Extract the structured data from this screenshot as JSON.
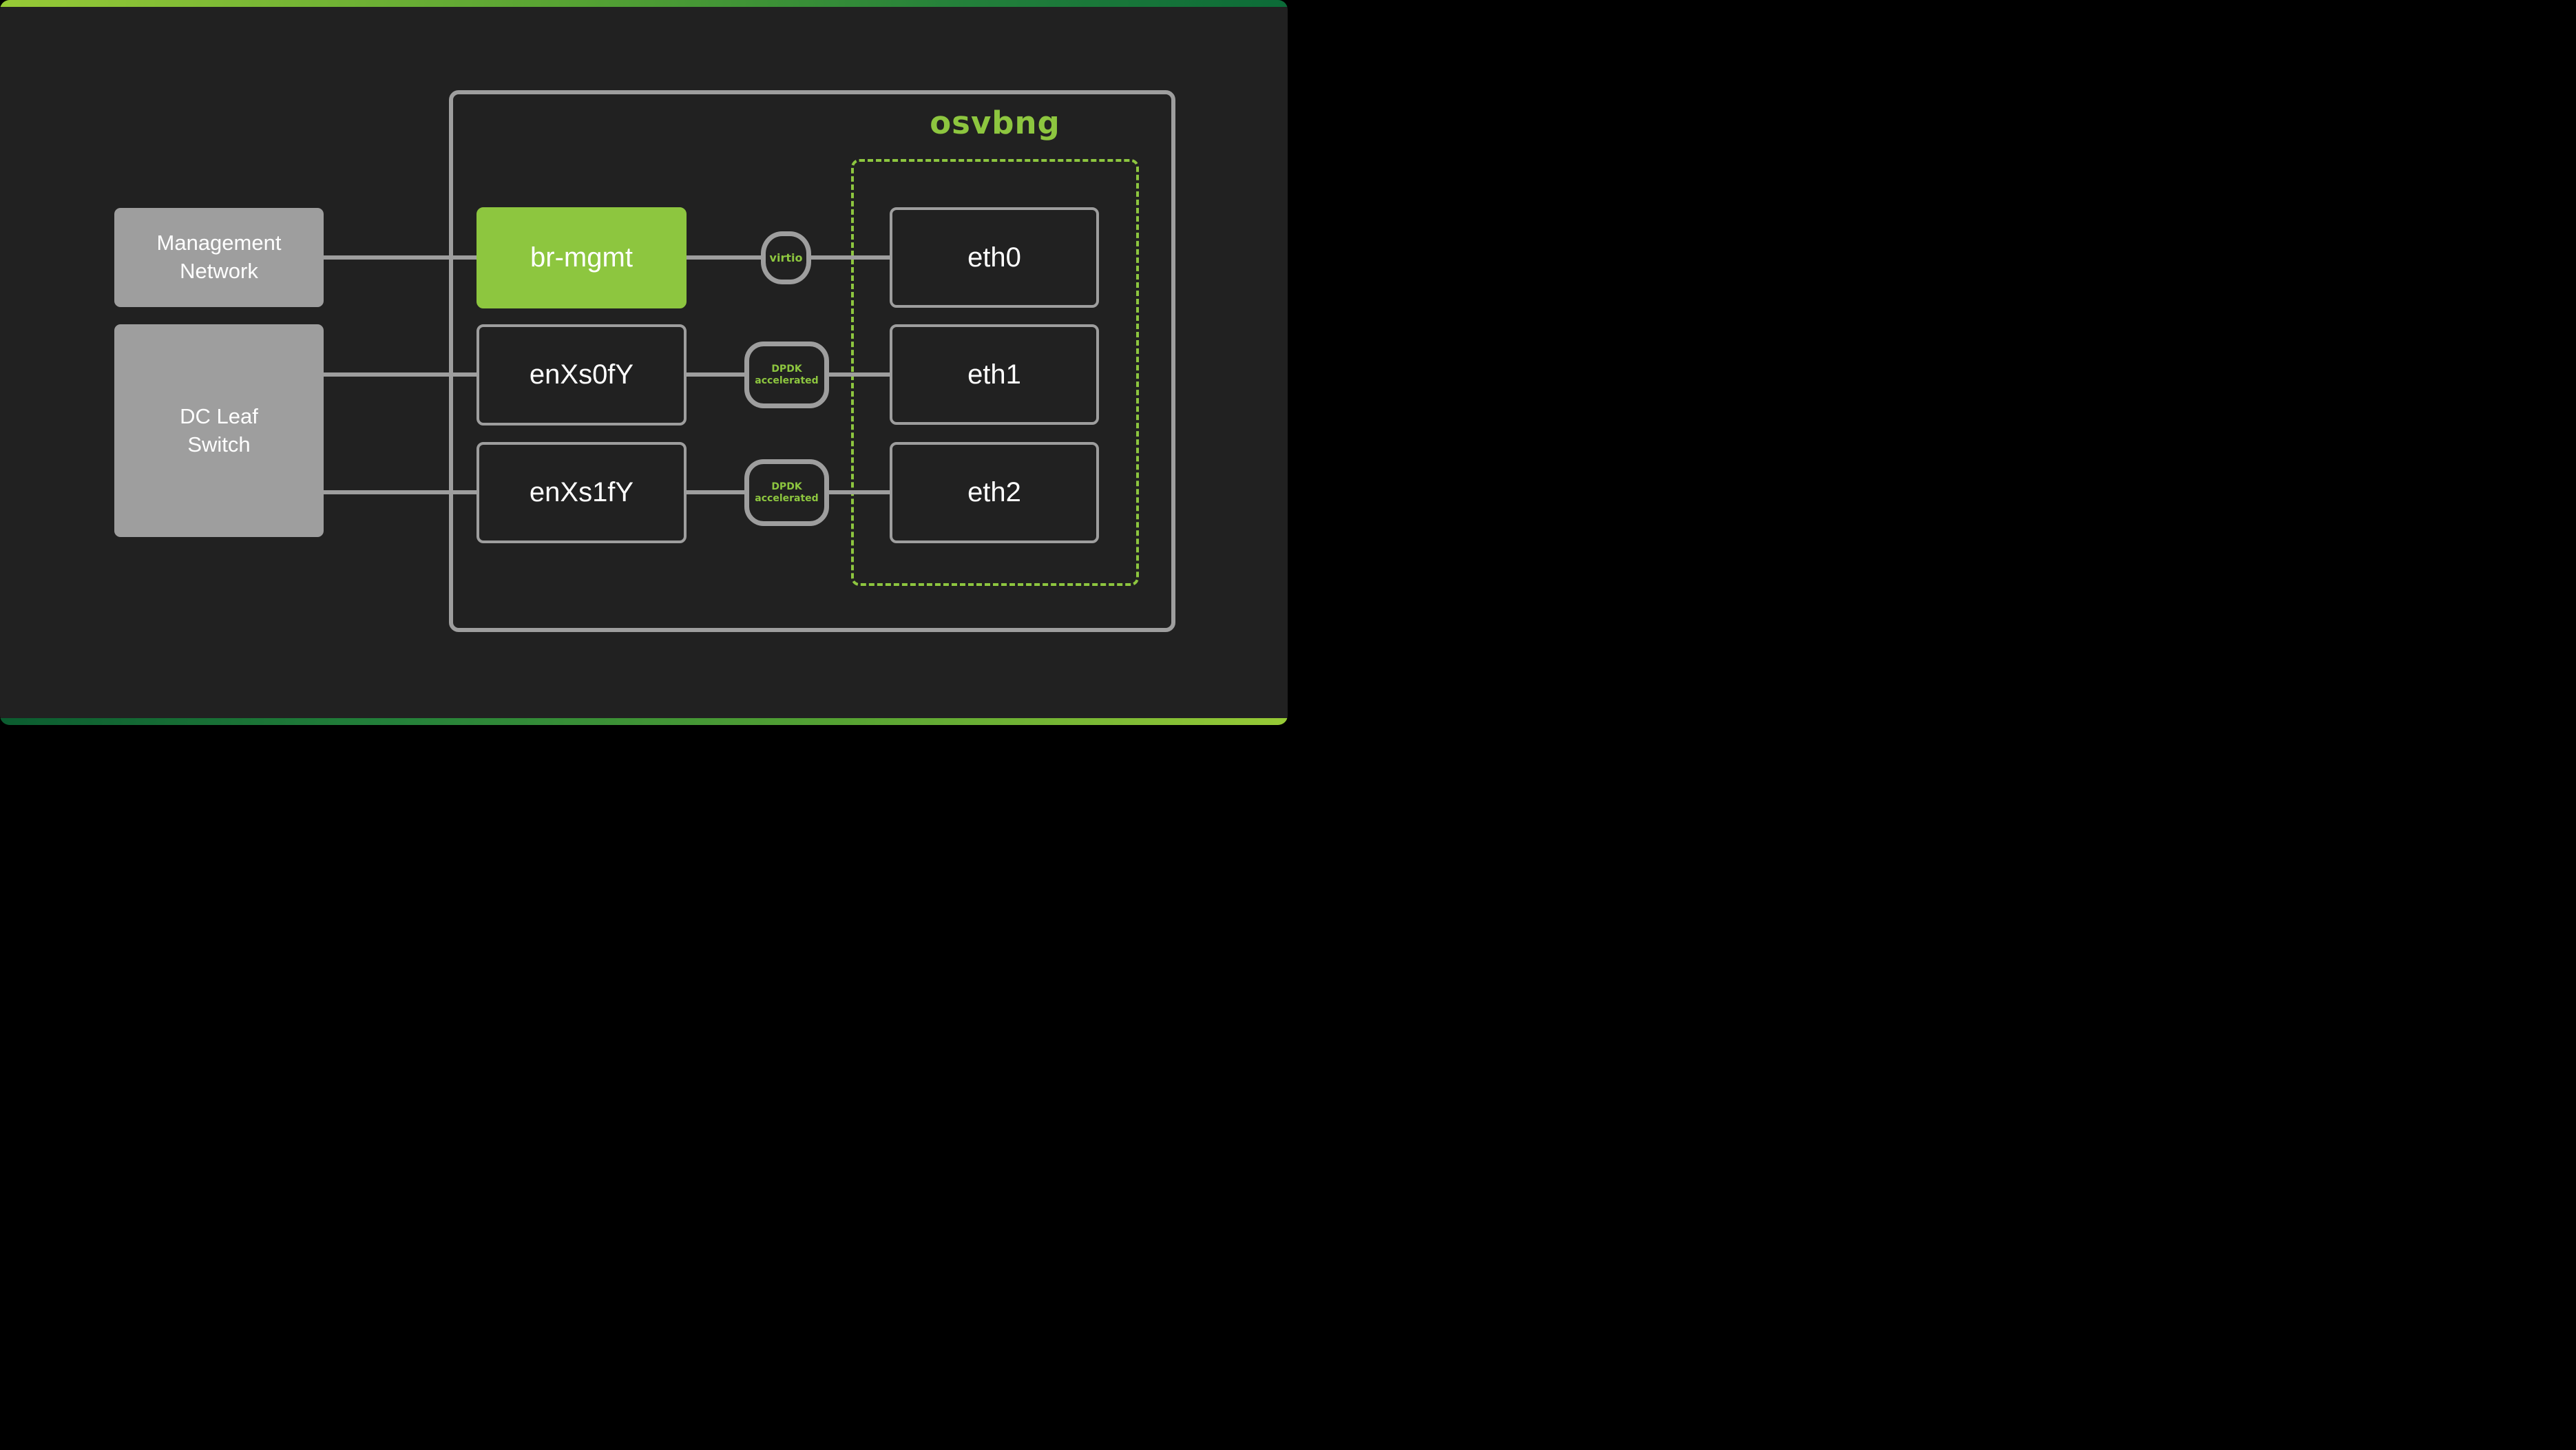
{
  "colors": {
    "background": "#212121",
    "gray": "#9e9e9e",
    "green": "#8dc63f",
    "topbar_gradient_left": "#97ca36",
    "topbar_gradient_right": "#0c6b38",
    "bottombar_gradient_left": "#0b5c30",
    "bottombar_gradient_right": "#97ca36"
  },
  "vm": {
    "title": "osvbng",
    "interfaces": [
      {
        "label": "eth0"
      },
      {
        "label": "eth1"
      },
      {
        "label": "eth2"
      }
    ]
  },
  "external_nodes": [
    {
      "id": "management-network",
      "label": "Management\nNetwork"
    },
    {
      "id": "dc-leaf-switch",
      "label": "DC Leaf\nSwitch"
    }
  ],
  "host_interfaces": [
    {
      "id": "br-mgmt",
      "label": "br-mgmt",
      "highlighted": true
    },
    {
      "id": "enXs0fY",
      "label": "enXs0fY",
      "highlighted": false
    },
    {
      "id": "enXs1fY",
      "label": "enXs1fY",
      "highlighted": false
    }
  ],
  "connectors": [
    {
      "id": "virtio",
      "label": "virtio"
    },
    {
      "id": "dpdk-1",
      "label": "DPDK\naccelerated"
    },
    {
      "id": "dpdk-2",
      "label": "DPDK\naccelerated"
    }
  ]
}
